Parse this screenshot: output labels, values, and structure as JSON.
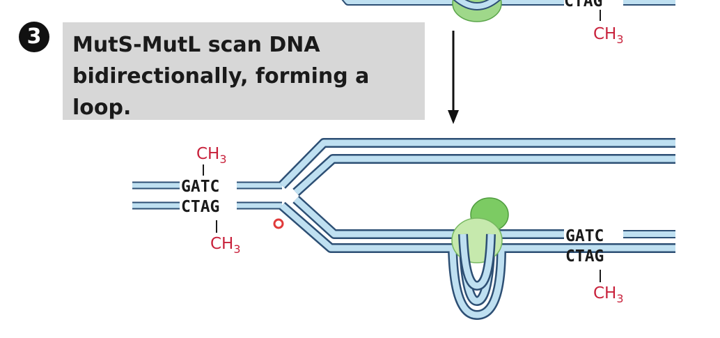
{
  "step": {
    "number": "3"
  },
  "caption": {
    "text": "MutS-MutL scan DNA bidirectionally, forming a loop."
  },
  "left_site": {
    "top_seq": "GATC",
    "bottom_seq": "CTAG",
    "methyl": "CH",
    "methyl_sub": "3"
  },
  "right_site": {
    "top_seq": "GATC",
    "bottom_seq": "CTAG",
    "methyl": "CH",
    "methyl_sub": "3"
  },
  "top_partial": {
    "bottom_seq": "CTAG",
    "methyl": "CH",
    "methyl_sub": "3"
  },
  "colors": {
    "dna_fill": "#bfe0f1",
    "dna_edge": "#2d4f74",
    "protein_light": "#bfe5a6",
    "protein_dark": "#6fc25b",
    "methyl": "#c8213b"
  }
}
